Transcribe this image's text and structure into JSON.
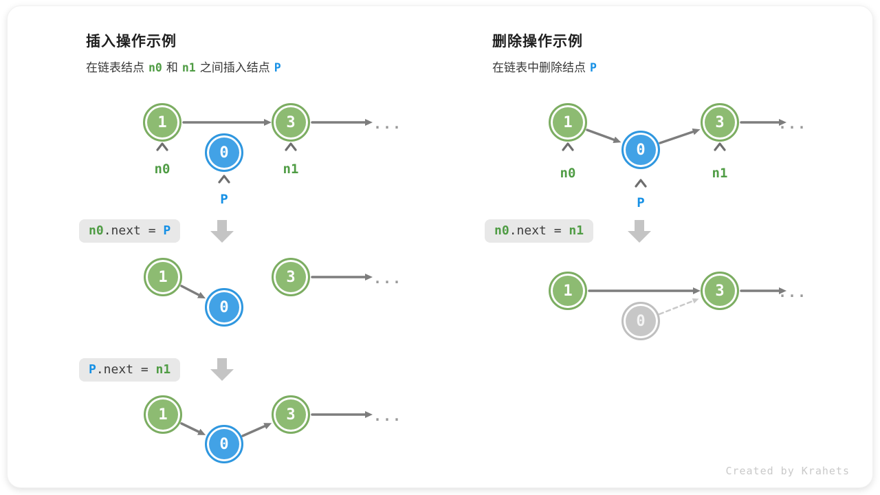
{
  "left": {
    "title": "插入操作示例",
    "subtitle": {
      "t1": "在链表结点",
      "n0": "n0",
      "t2": "和",
      "n1": "n1",
      "t3": "之间插入结点",
      "p": "P"
    },
    "code1": {
      "lhs": "n0",
      "mid": ".next = ",
      "rhs": "P"
    },
    "code2": {
      "lhs": "P",
      "mid": ".next = ",
      "rhs": "n1"
    }
  },
  "right": {
    "title": "删除操作示例",
    "subtitle": {
      "t1": "在链表中删除结点",
      "p": "P"
    },
    "code1": {
      "lhs": "n0",
      "mid": ".next = ",
      "rhs": "n1"
    }
  },
  "node_values": {
    "head": "1",
    "tail": "3",
    "p": "0"
  },
  "pointer_labels": {
    "n0": "n0",
    "n1": "n1",
    "p": "P"
  },
  "ellipsis": "...",
  "watermark": "Created by Krahets",
  "colors": {
    "green_fill": "#8DBB72",
    "green_border": "#7CAD62",
    "blue_fill": "#42A2E6",
    "blue_border": "#2F97DF",
    "gray_fill": "#C7C7C7",
    "gray_border": "#BFBFBF",
    "green_text": "#4F9C44",
    "blue_text": "#1690E5",
    "arrow_gray": "#7D7D7D",
    "arrow_light": "#C9C9C9",
    "code_bg": "#E8E8E8",
    "block_arrow": "#C4C4C4"
  }
}
